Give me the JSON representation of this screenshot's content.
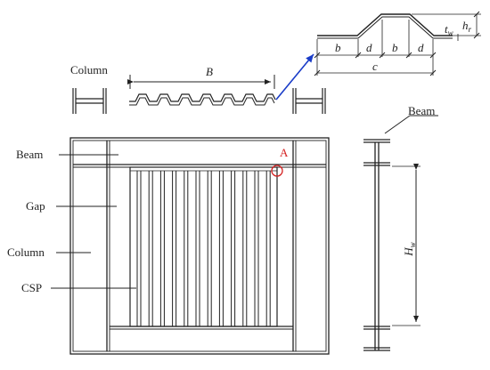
{
  "labels": {
    "column_top": "Column",
    "beam_left": "Beam",
    "beam_right": "Beam",
    "gap": "Gap",
    "column_left": "Column",
    "csp": "CSP",
    "point_a": "A",
    "width_b": "B",
    "height_w": "H",
    "height_w_sub": "w"
  },
  "profile": {
    "b1": "b",
    "d1": "d",
    "b2": "b",
    "d2": "d",
    "c": "c",
    "t": "t",
    "t_sub": "w",
    "h": "h",
    "h_sub": "r"
  },
  "colors": {
    "line": "#222222",
    "marker": "#d42020",
    "arrow": "#1a3cc8"
  }
}
